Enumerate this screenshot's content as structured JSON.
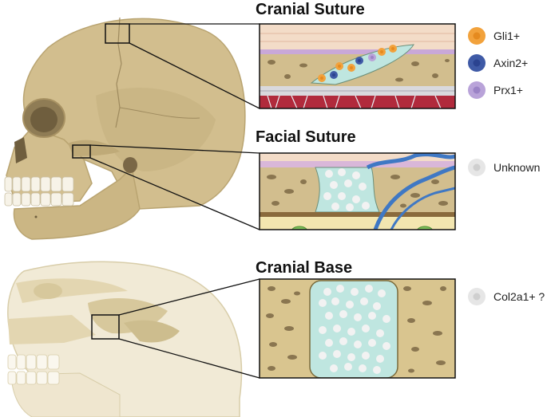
{
  "titles": {
    "cranial_suture": "Cranial Suture",
    "facial_suture": "Facial Suture",
    "cranial_base": "Cranial Base"
  },
  "legend": {
    "gli1": {
      "label": "Gli1+",
      "color": "#f2a23c",
      "core": "#e58a1f"
    },
    "axin2": {
      "label": "Axin2+",
      "color": "#3f5aa6",
      "core": "#2b4390"
    },
    "prx1": {
      "label": "Prx1+",
      "color": "#b9a3d9",
      "core": "#9b83c6"
    },
    "unknown": {
      "label": "Unknown",
      "color": "#e6e6e6",
      "core": "#cfcfcf"
    },
    "col2a1": {
      "label": "Col2a1+ ?",
      "color": "#e6e6e6",
      "core": "#cfcfcf"
    }
  },
  "colors": {
    "bone": "#d2be8e",
    "bone_dark": "#b9a471",
    "cartilage": "#bfe6e0",
    "skin": "#f3dcc8",
    "vessel": "#3f78c4",
    "muscle": "#b12a3c"
  }
}
